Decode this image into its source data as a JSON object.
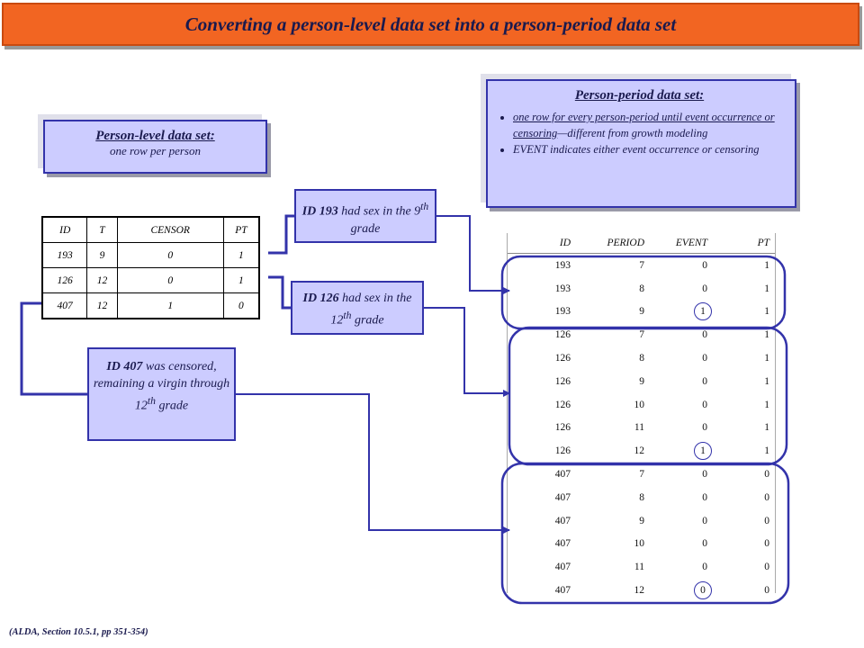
{
  "title": "Converting a person-level data set into a person-period data set",
  "person_level_panel": {
    "title": "Person-level data set:",
    "subtitle": "one row per person"
  },
  "person_period_panel": {
    "title": "Person-period data set:",
    "bullets": [
      "one row for every person-period until event occurrence or censoring—different from growth modeling",
      "EVENT indicates either event occurrence or censoring"
    ]
  },
  "person_level_table": {
    "headers": [
      "ID",
      "T",
      "CENSOR",
      "PT"
    ],
    "rows": [
      [
        "193",
        "9",
        "0",
        "1"
      ],
      [
        "126",
        "12",
        "0",
        "1"
      ],
      [
        "407",
        "12",
        "1",
        "0"
      ]
    ]
  },
  "person_period_table": {
    "headers": [
      "ID",
      "PERIOD",
      "EVENT",
      "PT"
    ],
    "rows": [
      [
        "193",
        "7",
        "0",
        "1"
      ],
      [
        "193",
        "8",
        "0",
        "1"
      ],
      [
        "193",
        "9",
        "1",
        "1"
      ],
      [
        "126",
        "7",
        "0",
        "1"
      ],
      [
        "126",
        "8",
        "0",
        "1"
      ],
      [
        "126",
        "9",
        "0",
        "1"
      ],
      [
        "126",
        "10",
        "0",
        "1"
      ],
      [
        "126",
        "11",
        "0",
        "1"
      ],
      [
        "126",
        "12",
        "1",
        "1"
      ],
      [
        "407",
        "7",
        "0",
        "0"
      ],
      [
        "407",
        "8",
        "0",
        "0"
      ],
      [
        "407",
        "9",
        "0",
        "0"
      ],
      [
        "407",
        "10",
        "0",
        "0"
      ],
      [
        "407",
        "11",
        "0",
        "0"
      ],
      [
        "407",
        "12",
        "0",
        "0"
      ]
    ],
    "circled_event_rows": [
      2,
      8,
      14
    ]
  },
  "notes": {
    "id193": {
      "id": "ID 193",
      "text": " had sex in the 9",
      "sup": "th",
      "tail": " grade"
    },
    "id126": {
      "id": "ID 126",
      "text": " had sex in the 12",
      "sup": "th",
      "tail": " grade"
    },
    "id407": {
      "id": "ID 407",
      "text": " was censored, remaining a virgin through 12",
      "sup": "th",
      "tail": " grade"
    }
  },
  "colors": {
    "title_bg": "#f26522",
    "panel_bg": "#ccccff",
    "connector": "#3333aa"
  },
  "footer": "(ALDA, Section 10.5.1, pp 351-354)"
}
